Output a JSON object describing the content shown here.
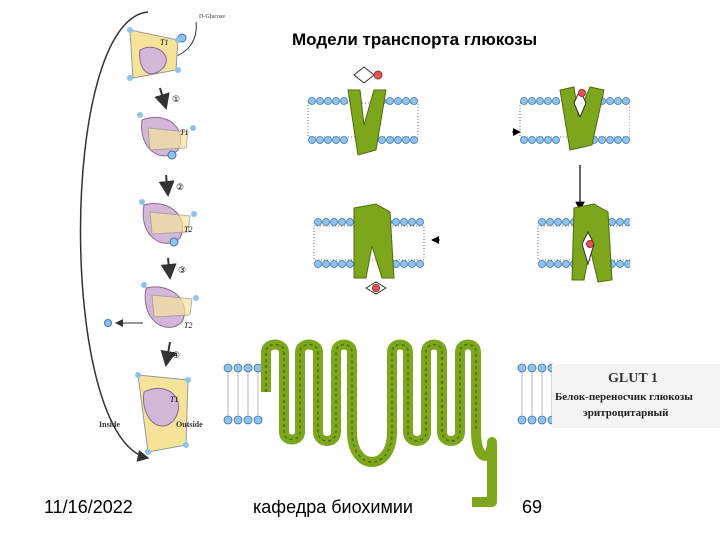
{
  "slide": {
    "title": "Модели транспорта глюкозы",
    "footer": {
      "date": "11/16/2022",
      "department": "кафедра биохимии",
      "page_number": "69"
    }
  },
  "figure_left": {
    "glucose_label": "D-Glucose",
    "inside_label": "Inside",
    "outside_label": "Outside",
    "state_labels": [
      "T1",
      "T1",
      "T2",
      "T2",
      "T1"
    ],
    "step_labels": [
      "①",
      "②",
      "③",
      "④"
    ]
  },
  "glut_box": {
    "name": "GLUT 1",
    "description_line1": "Белок-переносчик глюкозы",
    "description_line2": "эритроцитарный"
  },
  "colors": {
    "lipid_head": "#8fc3ea",
    "lipid_head_stroke": "#3d6fb5",
    "protein_green": "#7ea61c",
    "protein_dark": "#4f6e0c",
    "transporter_pink": "#d4b6d8",
    "transporter_yellow": "#f5e39a",
    "glucose_red": "#e05555"
  }
}
